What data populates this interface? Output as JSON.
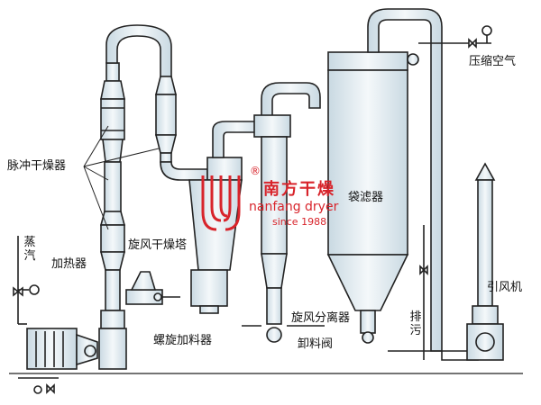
{
  "labels": {
    "pulse_dryer": "脉冲干燥器",
    "steam": "蒸汽",
    "heater": "加热器",
    "cyclone_tower": "旋风干燥塔",
    "screw_feeder": "螺旋加料器",
    "bag_filter": "袋滤器",
    "compressed_air": "压缩空气",
    "cyclone_separator": "旋风分离器",
    "discharge_valve": "卸料阀",
    "drain": "排污",
    "induced_fan": "引风机"
  },
  "brand": {
    "name_cn": "南方干燥",
    "name_en": "nanfang dryer",
    "since": "since 1988",
    "mark": "®"
  },
  "colors": {
    "line": "#222222",
    "fill_light": "#dfe9ef",
    "brand_red": "#d8242b"
  }
}
